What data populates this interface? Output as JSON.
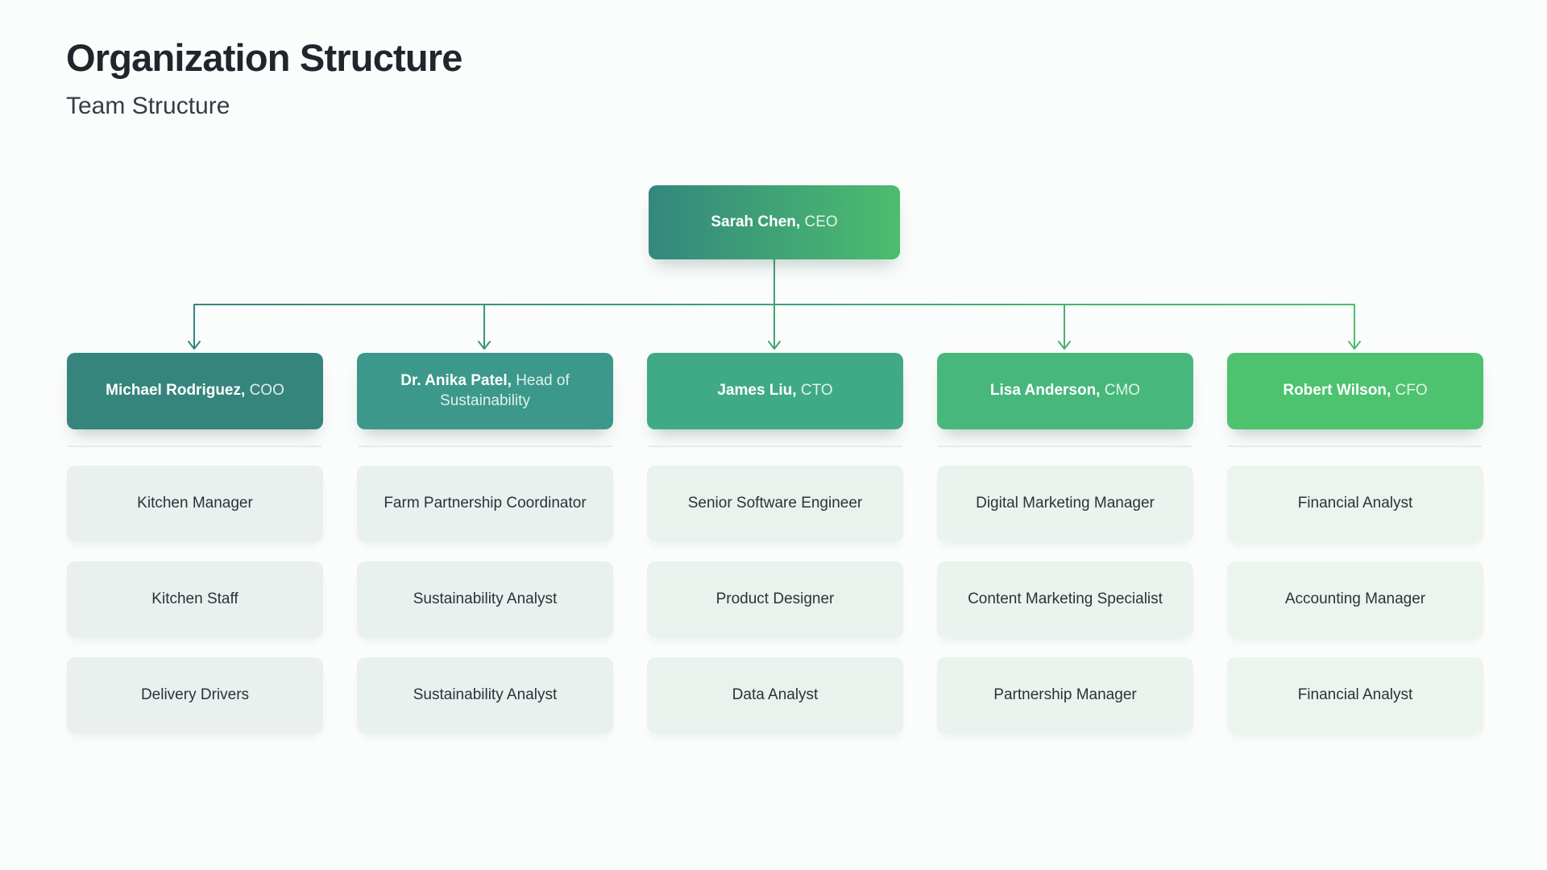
{
  "header": {
    "title": "Organization Structure",
    "subtitle": "Team Structure"
  },
  "theme": {
    "background": "#FBFCFC",
    "gradient_start": "#33877E",
    "gradient_end": "#4CBD6E",
    "connector_start": "#33877E",
    "connector_end": "#4CBD6E",
    "divider": "#E8EBEA"
  },
  "chart": {
    "type": "org-chart",
    "root": {
      "name": "Sarah Chen,",
      "role": "CEO"
    },
    "managers": [
      {
        "name": "Michael Rodriguez,",
        "role": "COO",
        "color": "#36857D",
        "reports_bg": "#E9F0EE",
        "reports": [
          "Kitchen Manager",
          "Kitchen Staff",
          "Delivery Drivers"
        ]
      },
      {
        "name": "Dr. Anika Patel,",
        "role": "Head of Sustainability",
        "color": "#3B988A",
        "reports_bg": "#E9F1EE",
        "reports": [
          "Farm Partnership Coordinator",
          "Sustainability Analyst",
          "Sustainability Analyst"
        ]
      },
      {
        "name": "James Liu,",
        "role": "CTO",
        "color": "#40AA86",
        "reports_bg": "#EAF2EE",
        "reports": [
          "Senior Software Engineer",
          "Product Designer",
          "Data Analyst"
        ]
      },
      {
        "name": "Lisa Anderson,",
        "role": "CMO",
        "color": "#47B77C",
        "reports_bg": "#EAF3ED",
        "reports": [
          "Digital Marketing Manager",
          "Content Marketing Specialist",
          "Partnership Manager"
        ]
      },
      {
        "name": "Robert Wilson,",
        "role": "CFO",
        "color": "#4DC26F",
        "reports_bg": "#EBF4ED",
        "reports": [
          "Financial Analyst",
          "Accounting Manager",
          "Financial Analyst"
        ]
      }
    ]
  }
}
